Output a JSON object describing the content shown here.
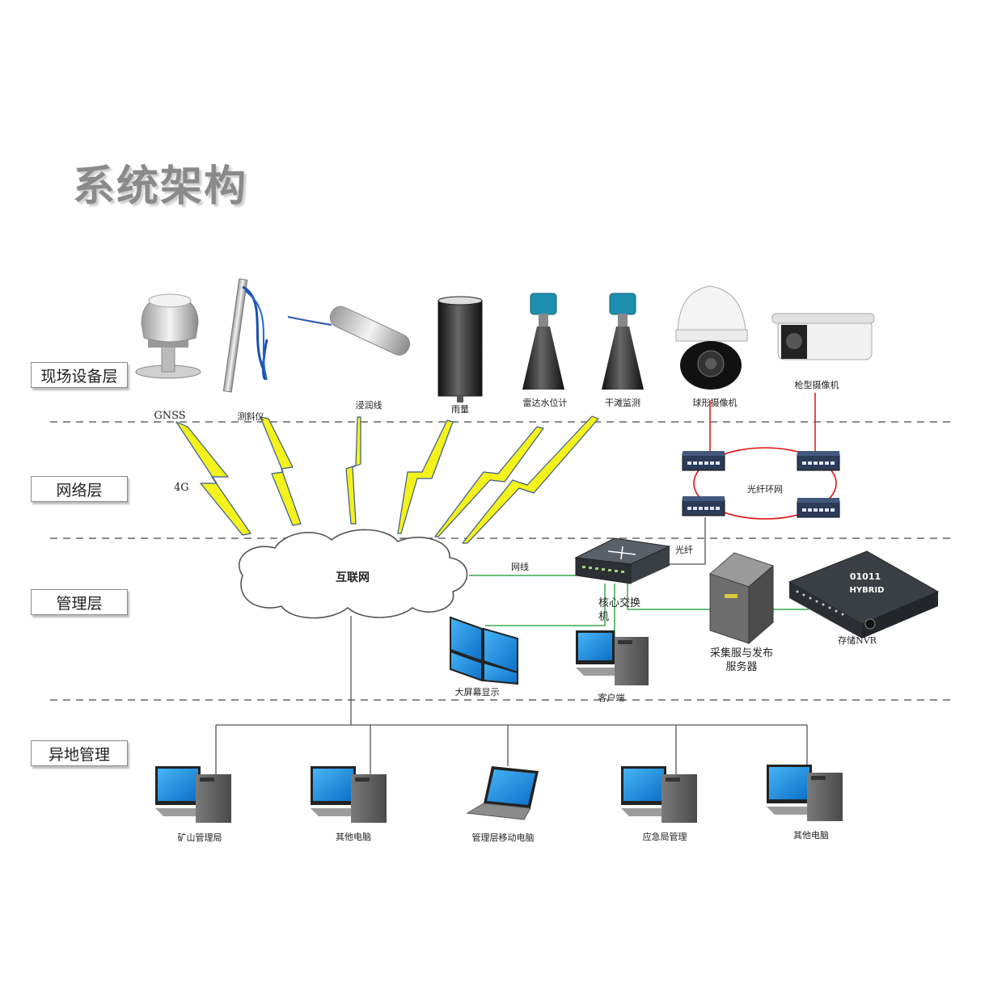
{
  "title": "系统架构",
  "layers": [
    "现场设备层",
    "网络层",
    "管理层",
    "异地管理"
  ],
  "devices": {
    "gnss": "GNSS",
    "inclinometer": "测斜仪",
    "seepage": "浸润线",
    "rain": "雨量",
    "radar_level": "雷达水位计",
    "beach": "干滩监测",
    "dome_camera": "球形摄像机",
    "bullet_camera": "枪型摄像机"
  },
  "network": {
    "cellular": "4G",
    "fiber_ring": "光纤环网",
    "fiber": "光纤",
    "cable": "网线"
  },
  "management": {
    "internet": "互联网",
    "core_switch": "核心交换机",
    "server": "采集服与发布服务器",
    "nvr": "存储NVR",
    "nvr_badge_top": "01011",
    "nvr_badge_bottom": "HYBRID",
    "video_wall": "大屏幕显示",
    "client": "客户端"
  },
  "remote": [
    "矿山管理局",
    "其他电脑",
    "管理层移动电脑",
    "应急局管理",
    "其他电脑"
  ],
  "colors": {
    "lightning_fill": "#f3f21c",
    "lightning_edge": "#3a5a8a",
    "ring": "#e01010",
    "green_line": "#3aa84a",
    "divider": "#666666",
    "title": "#8a8a8a",
    "screen_blue": "#1a8fe6"
  }
}
